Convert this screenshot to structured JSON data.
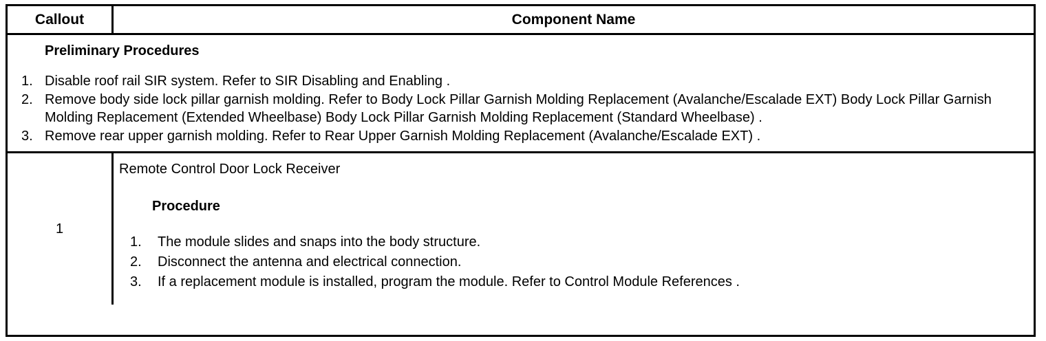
{
  "table": {
    "columns": [
      {
        "key": "callout",
        "label": "Callout"
      },
      {
        "key": "component_name",
        "label": "Component Name"
      }
    ],
    "preliminary": {
      "heading": "Preliminary Procedures",
      "steps": [
        {
          "number": "1.",
          "text": "Disable roof rail SIR system. Refer to SIR Disabling and Enabling ."
        },
        {
          "number": "2.",
          "text": "Remove body side lock pillar garnish molding. Refer to Body Lock Pillar Garnish Molding Replacement (Avalanche/Escalade EXT) Body Lock Pillar Garnish Molding Replacement (Extended Wheelbase) Body Lock Pillar Garnish Molding Replacement (Standard Wheelbase) ."
        },
        {
          "number": "3.",
          "text": "Remove rear upper garnish molding. Refer to Rear Upper Garnish Molding Replacement (Avalanche/Escalade EXT) ."
        }
      ]
    },
    "rows": [
      {
        "callout": "1",
        "component_name": "Remote Control Door Lock Receiver",
        "sub_heading": "Procedure",
        "steps": [
          {
            "number": "1.",
            "text": "The module slides and snaps into the body structure."
          },
          {
            "number": "2.",
            "text": "Disconnect the antenna and electrical connection."
          },
          {
            "number": "3.",
            "text": "If a replacement module is installed, program the module. Refer to Control Module References ."
          }
        ]
      }
    ]
  },
  "colors": {
    "border": "#000000",
    "text": "#000000",
    "background": "#ffffff"
  }
}
